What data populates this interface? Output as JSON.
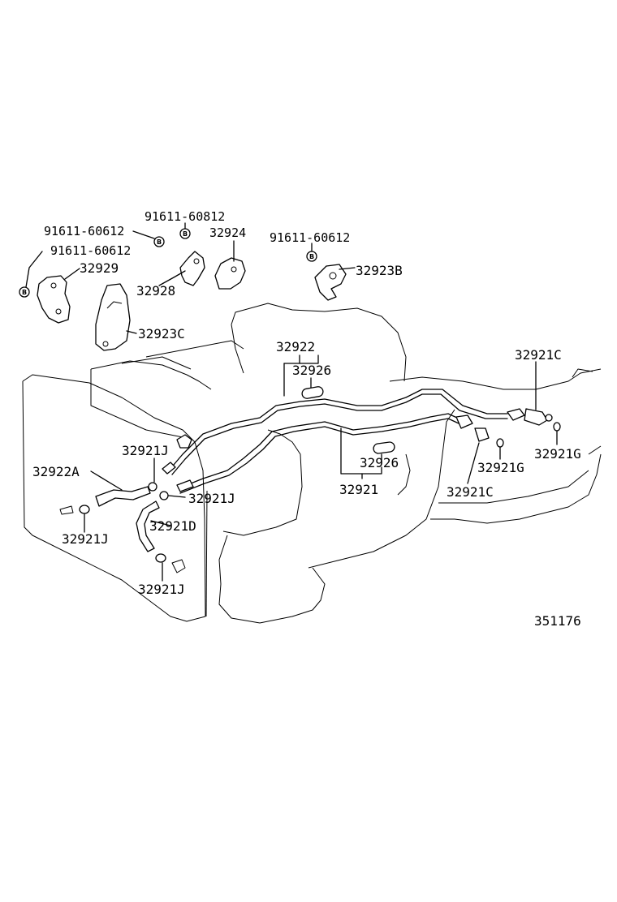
{
  "badge_letter": "B",
  "labels": {
    "p91611_a": "91611-60812",
    "p32924": "32924",
    "p91611_b": "91611-60612",
    "p91611_c": "91611-60612",
    "p91611_d": "91611-60612",
    "p32929": "32929",
    "p32928": "32928",
    "p32923B": "32923B",
    "p32923C": "32923C",
    "p32922": "32922",
    "p32926_top": "32926",
    "p32921C_top": "32921C",
    "p32921J_a": "32921J",
    "p32922A": "32922A",
    "p32921J_b": "32921J",
    "p32921J_c": "32921J",
    "p32921D": "32921D",
    "p32921J_d": "32921J",
    "p32926_bot": "32926",
    "p32921": "32921",
    "p32921G": "32921G",
    "p32921C_bot": "32921C",
    "p32921G_right": "32921G",
    "diagram_number": "351176"
  }
}
